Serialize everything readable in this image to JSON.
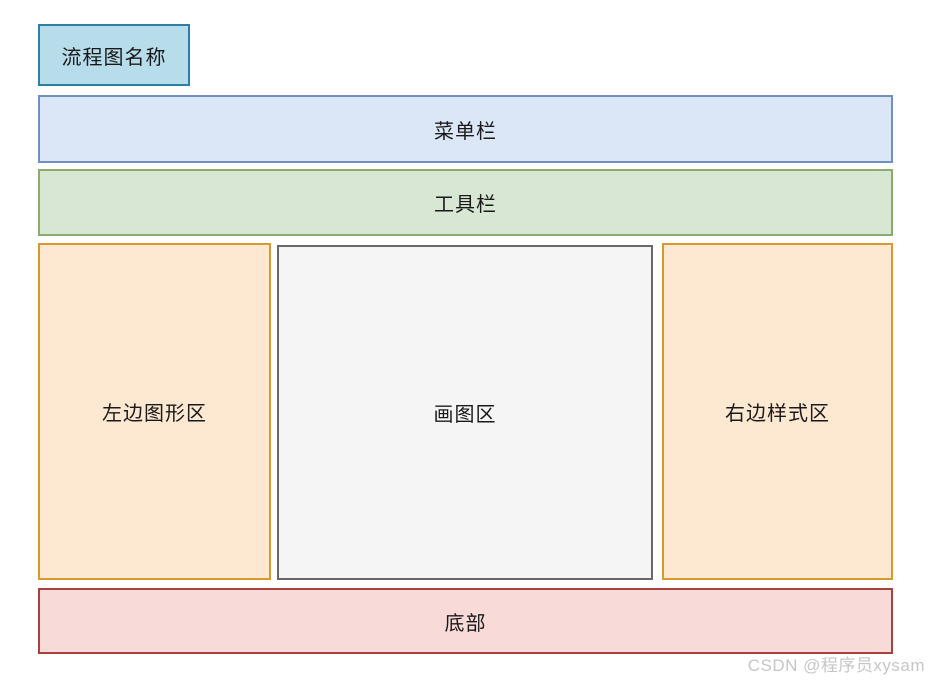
{
  "diagram": {
    "title_box": "流程图名称",
    "menu_bar": "菜单栏",
    "tool_bar": "工具栏",
    "left_panel": "左边图形区",
    "canvas_area": "画图区",
    "right_panel": "右边样式区",
    "bottom_bar": "底部"
  },
  "watermark": "CSDN @程序员xysam",
  "colors": {
    "title_fill": "#b7dcea",
    "title_border": "#2e7fa5",
    "menu_fill": "#dbe7f7",
    "menu_border": "#7090c2",
    "tool_fill": "#d8e7d4",
    "tool_border": "#8aad6d",
    "side_panel_fill": "#fde8d2",
    "side_panel_border": "#d9992e",
    "canvas_fill": "#f5f5f5",
    "canvas_border": "#686868",
    "bottom_fill": "#f8dbd8",
    "bottom_border": "#a6423a",
    "watermark_text": "#c6c6c6",
    "label_text": "#1a1a1a",
    "page_background": "#ffffff"
  }
}
